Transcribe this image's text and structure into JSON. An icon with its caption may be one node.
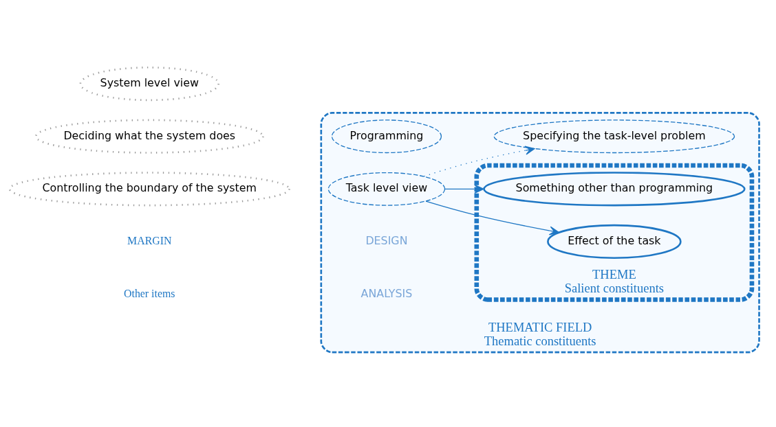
{
  "diagram": {
    "nodes": [
      {
        "text": [
          "THEMATIC FIELD",
          "Thematic constituents"
        ]
      },
      {
        "text": [
          "Programming"
        ],
        "in": 0
      },
      {
        "text": [
          "THEME",
          "Salient constituents"
        ],
        "in": 0
      },
      {
        "text": [
          "Something other than programming"
        ],
        "in": 2
      },
      {
        "text": [
          "Effect of the task"
        ],
        "in": 2
      },
      {
        "text": [
          "Task level view"
        ],
        "in": 0
      },
      {
        "text": [
          "Specifying the task-level problem"
        ],
        "in": 0
      },
      {
        "text": [
          "System level view"
        ]
      },
      {
        "text": [
          "Deciding what the system does"
        ]
      },
      {
        "text": [
          "Controlling the boundary of the system"
        ]
      }
    ],
    "edges": [
      {
        "from": 5,
        "to": 3,
        "arrow": "to"
      },
      {
        "from": 5,
        "to": 4,
        "arrow": "to"
      },
      {
        "from": 5,
        "to": 6,
        "arrow": "to",
        "style": "dashed"
      }
    ],
    "labels": [
      "DESIGN",
      "ANALYSIS",
      "MARGIN",
      "Other items"
    ]
  }
}
